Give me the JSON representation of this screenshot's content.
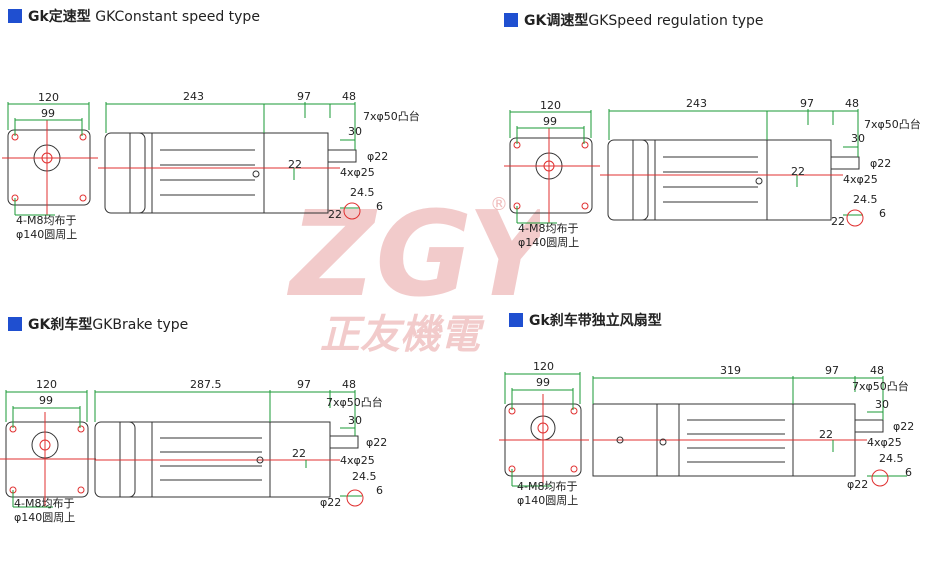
{
  "colors": {
    "accent": "#1f4fd0",
    "dim": "#1a9a35",
    "center": "#e03030",
    "outline": "#333333",
    "watermark": "#e8a0a0"
  },
  "watermark": {
    "logo": "ZGY",
    "reg": "®",
    "text": "正友機電"
  },
  "panels": [
    {
      "id": "p1",
      "title_bold": "Gk定速型",
      "title_rest": " GKConstant speed type",
      "dims": {
        "face_w": "120",
        "face_bolt": "99",
        "body_len": "243",
        "gear_len": "97",
        "shaft_len": "48",
        "boss": "7xφ50凸台",
        "key_len": "30",
        "shaft_d": "φ22",
        "key_w": "4xφ25",
        "offset": "22",
        "key_h": "24.5",
        "key_t": "6",
        "shaft_d2": "22",
        "mount_1": "4-M8均布于",
        "mount_2": "φ140圆周上"
      }
    },
    {
      "id": "p2",
      "title_bold": "GK调速型",
      "title_rest": "GKSpeed regulation type",
      "dims": {
        "face_w": "120",
        "face_bolt": "99",
        "body_len": "243",
        "gear_len": "97",
        "shaft_len": "48",
        "boss": "7xφ50凸台",
        "key_len": "30",
        "shaft_d": "φ22",
        "key_w": "4xφ25",
        "offset": "22",
        "key_h": "24.5",
        "key_t": "6",
        "shaft_d2": "22",
        "mount_1": "4-M8均布于",
        "mount_2": "φ140圆周上"
      }
    },
    {
      "id": "p3",
      "title_bold": "GK刹车型",
      "title_rest": "GKBrake type",
      "dims": {
        "face_w": "120",
        "face_bolt": "99",
        "body_len": "287.5",
        "gear_len": "97",
        "shaft_len": "48",
        "boss": "7xφ50凸台",
        "key_len": "30",
        "shaft_d": "φ22",
        "key_w": "4xφ25",
        "offset": "22",
        "key_h": "24.5",
        "key_t": "6",
        "shaft_d2": "φ22",
        "mount_1": "4-M8均布于",
        "mount_2": "φ140圆周上"
      }
    },
    {
      "id": "p4",
      "title_bold": "Gk刹车带独立风扇型",
      "title_rest": "",
      "dims": {
        "face_w": "120",
        "face_bolt": "99",
        "body_len": "319",
        "gear_len": "97",
        "shaft_len": "48",
        "boss": "7xφ50凸台",
        "key_len": "30",
        "shaft_d": "φ22",
        "key_w": "4xφ25",
        "offset": "22",
        "key_h": "24.5",
        "key_t": "6",
        "shaft_d2": "φ22",
        "mount_1": "4-M8均布于",
        "mount_2": "φ140圆周上"
      }
    }
  ]
}
